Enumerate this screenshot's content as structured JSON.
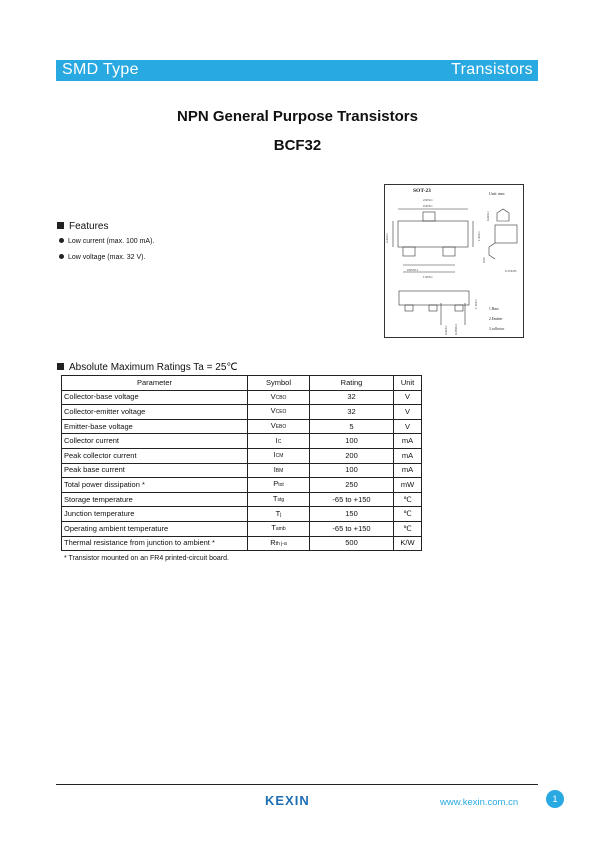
{
  "header": {
    "left": "SMD Type",
    "right": "Transistors"
  },
  "title": "NPN General Purpose Transistors",
  "part_number": "BCF32",
  "package": {
    "name": "SOT-23",
    "unit": "Unit: mm",
    "dims": [
      "2.9±0.1",
      "0.4±0.1",
      "2.4±0.1",
      "1.3±0.1",
      "0.95±0.1",
      "1.9±0.1",
      "0.4±0.1",
      "0.55",
      "0.1±0.05",
      "1.1±0.1",
      "0.4±0.1",
      "0.38±0.1"
    ],
    "pins": [
      "1.Base",
      "2.Emitter",
      "3.collector"
    ]
  },
  "features": {
    "heading": "Features",
    "items": [
      "Low current (max. 100 mA).",
      "Low voltage (max. 32 V)."
    ]
  },
  "ratings": {
    "heading": "Absolute Maximum Ratings Ta = 25℃",
    "columns": [
      "Parameter",
      "Symbol",
      "Rating",
      "Unit"
    ],
    "rows": [
      {
        "param": "Collector-base voltage",
        "sym": "V",
        "sub": "CBO",
        "rating": "32",
        "unit": "V"
      },
      {
        "param": "Collector-emitter voltage",
        "sym": "V",
        "sub": "CEO",
        "rating": "32",
        "unit": "V"
      },
      {
        "param": "Emitter-base voltage",
        "sym": "V",
        "sub": "EBO",
        "rating": "5",
        "unit": "V"
      },
      {
        "param": "Collector current",
        "sym": "I",
        "sub": "C",
        "rating": "100",
        "unit": "mA"
      },
      {
        "param": "Peak collector current",
        "sym": "I",
        "sub": "CM",
        "rating": "200",
        "unit": "mA"
      },
      {
        "param": "Peak base current",
        "sym": "I",
        "sub": "BM",
        "rating": "100",
        "unit": "mA"
      },
      {
        "param": "Total power dissipation  *",
        "sym": "P",
        "sub": "tot",
        "rating": "250",
        "unit": "mW"
      },
      {
        "param": "Storage temperature",
        "sym": "T",
        "sub": "stg",
        "rating": "-65 to +150",
        "unit": "℃"
      },
      {
        "param": "Junction temperature",
        "sym": "T",
        "sub": "j",
        "rating": "150",
        "unit": "℃"
      },
      {
        "param": "Operating ambient temperature",
        "sym": "T",
        "sub": "amb",
        "rating": "-65 to +150",
        "unit": "℃"
      },
      {
        "param": "Thermal resistance from junction to ambient  *",
        "sym": "R",
        "sub": "th j-a",
        "rating": "500",
        "unit": "K/W"
      }
    ],
    "footnote": "* Transistor mounted on an FR4 printed-circuit board."
  },
  "footer": {
    "brand": "KEXIN",
    "website": "www.kexin.com.cn",
    "page": "1",
    "brand_color": "#1f6fb4",
    "accent_color": "#29a9e1"
  }
}
